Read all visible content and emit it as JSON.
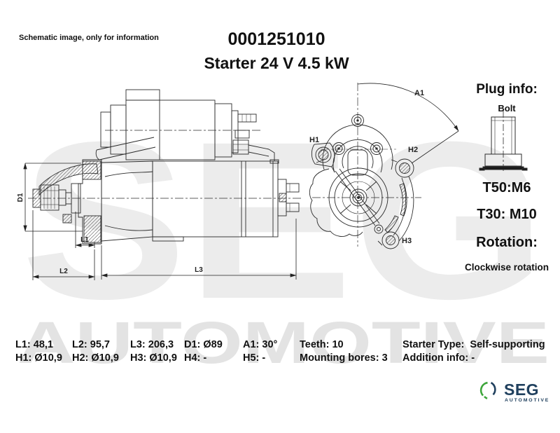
{
  "header": {
    "note": "Schematic image, only for information",
    "part_number": "0001251010",
    "title": "Starter 24 V 4.5 kW"
  },
  "watermark": {
    "big_text": "SEG",
    "row_text": "AUTOMOTIVE",
    "big_color": "#ececec",
    "row_color": "#e3e3e3"
  },
  "drawing": {
    "labels": {
      "d1": "D1",
      "l1": "L1",
      "l2": "L2",
      "l3": "L3",
      "a1": "A1",
      "h1": "H1",
      "h2": "H2",
      "h3": "H3"
    }
  },
  "plug_panel": {
    "heading": "Plug info:",
    "plug_type": "Bolt",
    "t50": "T50:M6",
    "t30": "T30: M10",
    "rotation_heading": "Rotation:",
    "rotation_value": "Clockwise rotation"
  },
  "specs": {
    "row1": [
      "L1: 48,1",
      "L2: 95,7",
      "L3: 206,3",
      "D1: Ø89",
      "A1: 30°",
      "Teeth: 10",
      "Starter Type:  Self-supporting"
    ],
    "row2": [
      "H1: Ø10,9",
      "H2: Ø10,9",
      "H3: Ø10,9",
      "H4: -",
      "H5: -",
      "Mounting bores: 3",
      "Addition info: -"
    ]
  },
  "logo": {
    "name": "SEG",
    "sub": "AUTOMOTIVE",
    "green": "#3da53a",
    "navy": "#20405e"
  }
}
